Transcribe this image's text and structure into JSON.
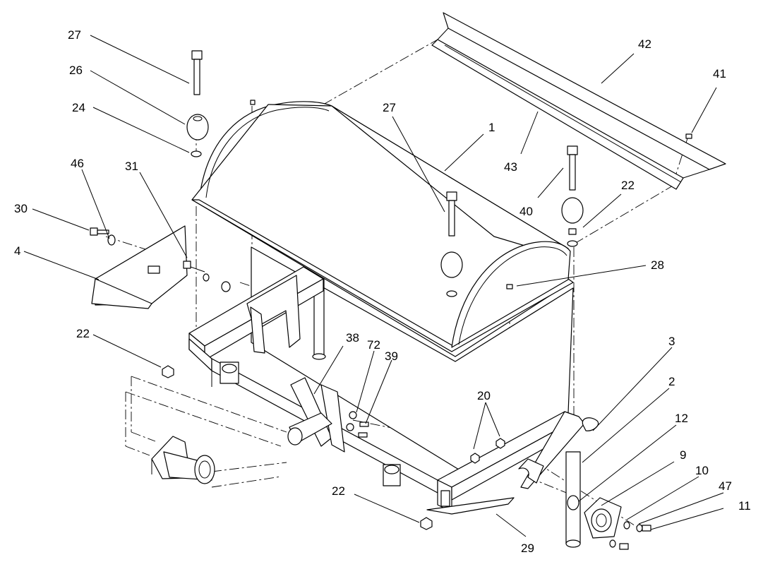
{
  "callouts": [
    {
      "id": "c-27a",
      "label": "27"
    },
    {
      "id": "c-26",
      "label": "26"
    },
    {
      "id": "c-24",
      "label": "24"
    },
    {
      "id": "c-46",
      "label": "46"
    },
    {
      "id": "c-31",
      "label": "31"
    },
    {
      "id": "c-30",
      "label": "30"
    },
    {
      "id": "c-4",
      "label": "4"
    },
    {
      "id": "c-22a",
      "label": "22"
    },
    {
      "id": "c-27b",
      "label": "27"
    },
    {
      "id": "c-1",
      "label": "1"
    },
    {
      "id": "c-43",
      "label": "43"
    },
    {
      "id": "c-42",
      "label": "42"
    },
    {
      "id": "c-41",
      "label": "41"
    },
    {
      "id": "c-40",
      "label": "40"
    },
    {
      "id": "c-22b",
      "label": "22"
    },
    {
      "id": "c-28",
      "label": "28"
    },
    {
      "id": "c-38",
      "label": "38"
    },
    {
      "id": "c-72",
      "label": "72"
    },
    {
      "id": "c-39",
      "label": "39"
    },
    {
      "id": "c-3",
      "label": "3"
    },
    {
      "id": "c-2",
      "label": "2"
    },
    {
      "id": "c-20",
      "label": "20"
    },
    {
      "id": "c-12",
      "label": "12"
    },
    {
      "id": "c-9",
      "label": "9"
    },
    {
      "id": "c-10",
      "label": "10"
    },
    {
      "id": "c-47",
      "label": "47"
    },
    {
      "id": "c-11",
      "label": "11"
    },
    {
      "id": "c-22c",
      "label": "22"
    },
    {
      "id": "c-29",
      "label": "29"
    }
  ]
}
